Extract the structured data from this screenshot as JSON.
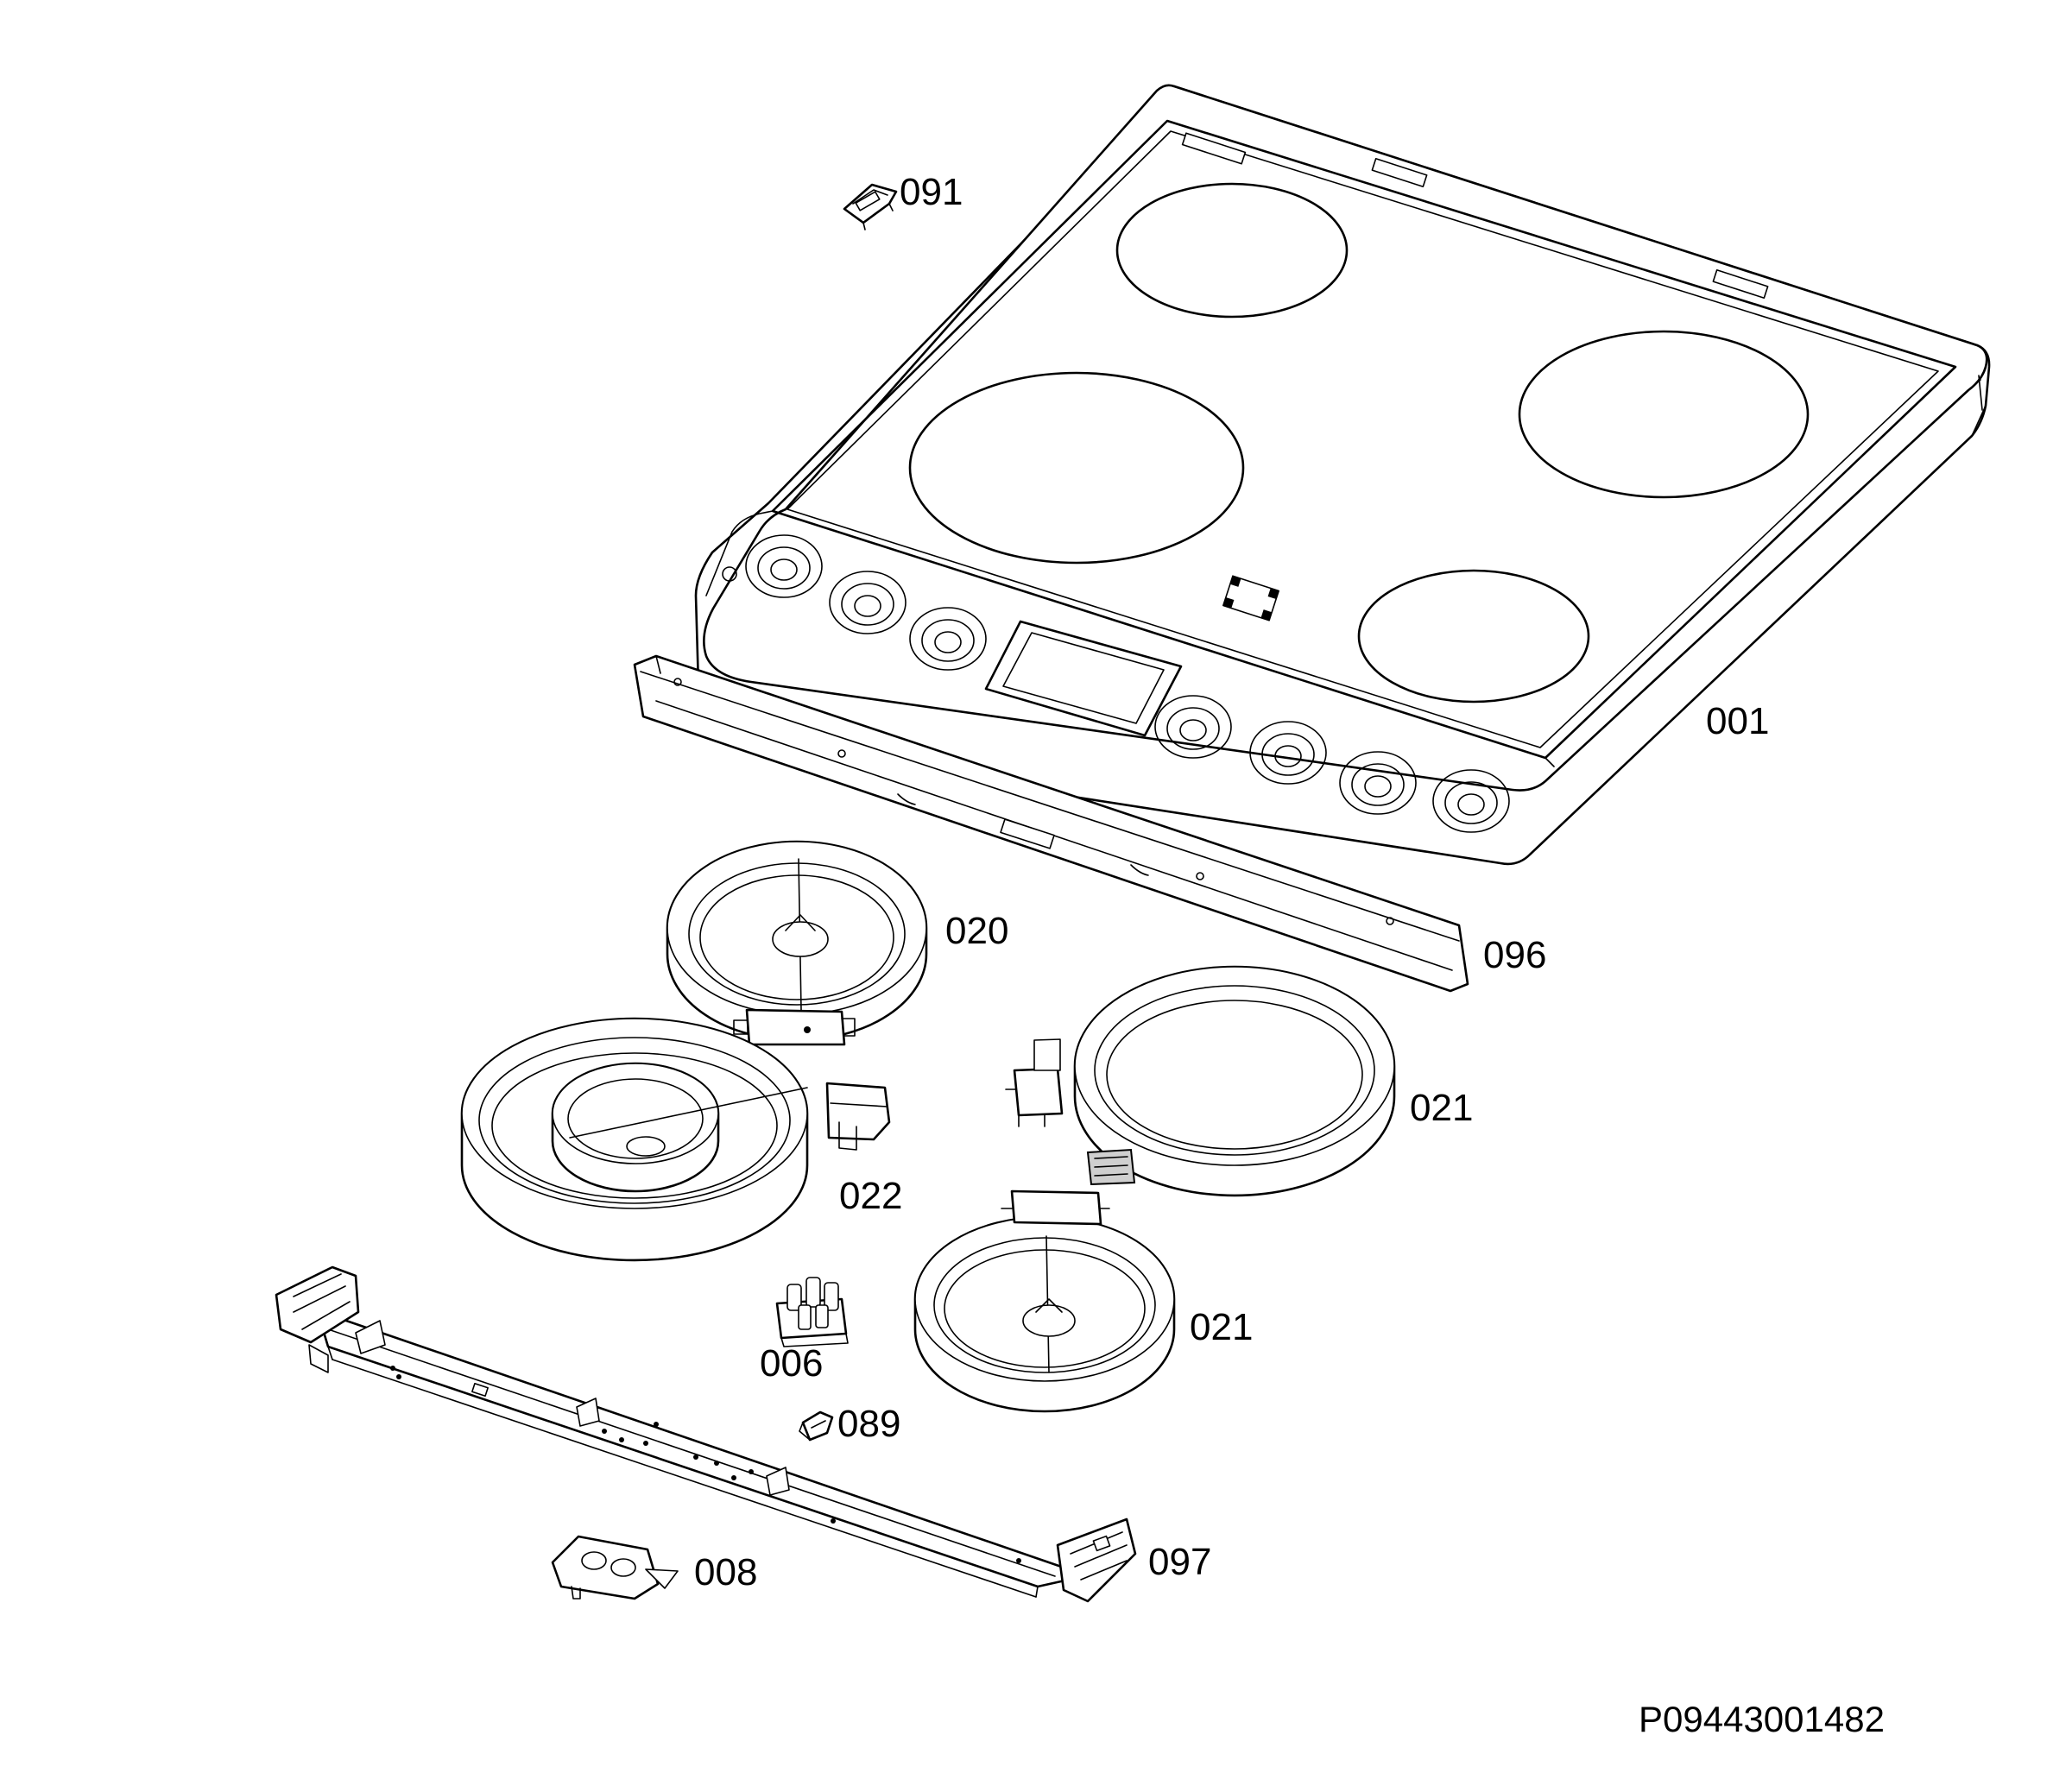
{
  "diagram": {
    "code": "P09443001482",
    "parts": [
      {
        "id": "091"
      },
      {
        "id": "001"
      },
      {
        "id": "096"
      },
      {
        "id": "020"
      },
      {
        "id": "022"
      },
      {
        "id": "021"
      },
      {
        "id": "021"
      },
      {
        "id": "006"
      },
      {
        "id": "089"
      },
      {
        "id": "008"
      },
      {
        "id": "097"
      }
    ]
  }
}
